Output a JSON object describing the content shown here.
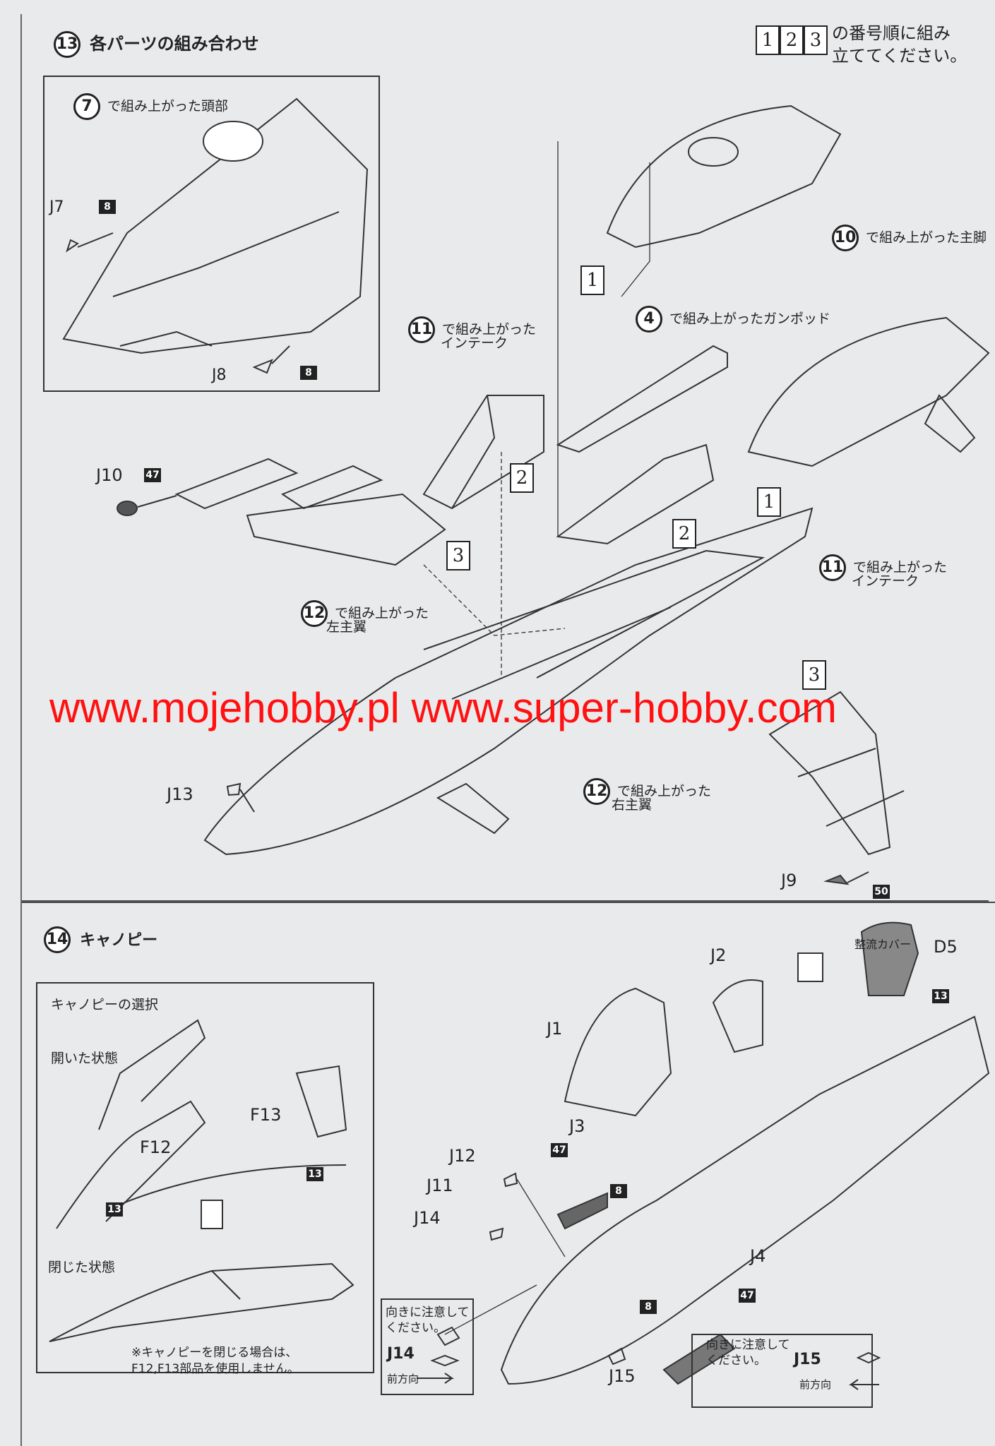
{
  "step13": {
    "num": "13",
    "title": "各パーツの組み合わせ",
    "order_note": [
      "の番号順に組み",
      "立ててください。"
    ],
    "order_steps": [
      "1",
      "2",
      "3"
    ],
    "inset_head": {
      "num": "7",
      "text": "で組み上がった頭部"
    },
    "parts": {
      "j7": "J7",
      "j8": "J8",
      "j10": "J10",
      "j13": "J13",
      "j9": "J9"
    },
    "colors": {
      "c8": "8",
      "c47": "47",
      "c50": "50"
    },
    "callouts": {
      "intake_left": {
        "num": "11",
        "line1": "で組み上がった",
        "line2": "インテーク"
      },
      "gunpod": {
        "num": "4",
        "text": "で組み上がったガンポッド"
      },
      "main_leg": {
        "num": "10",
        "text": "で組み上がった主脚"
      },
      "intake_right": {
        "num": "11",
        "line1": "で組み上がった",
        "line2": "インテーク"
      },
      "wing_left": {
        "num": "12",
        "line1": "で組み上がった",
        "line2": "左主翼"
      },
      "wing_right": {
        "num": "12",
        "line1": "で組み上がった",
        "line2": "右主翼"
      }
    },
    "steps_in_diagram": [
      "1",
      "2",
      "2",
      "1",
      "3",
      "3"
    ]
  },
  "watermark": "www.mojehobby.pl www.super-hobby.com",
  "step14": {
    "num": "14",
    "title": "キャノピー",
    "selection": {
      "title": "キャノピーの選択",
      "open": "開いた状態",
      "closed": "閉じた状態",
      "f12": "F12",
      "f13": "F13",
      "note1": "※キャノピーを閉じる場合は、",
      "note2": "F12,F13部品を使用しません。"
    },
    "parts": {
      "j1": "J1",
      "j2": "J2",
      "j3": "J3",
      "j4": "J4",
      "j11": "J11",
      "j12": "J12",
      "j14": "J14",
      "j15": "J15",
      "d5": "D5"
    },
    "fairing": "整流カバー",
    "colors": {
      "c13": "13",
      "c47": "47",
      "c8": "8"
    },
    "orientation_note_l": {
      "line1": "向きに注意して",
      "line2": "ください。",
      "part": "J14",
      "front": "前方向"
    },
    "orientation_note_r": {
      "line1": "向きに注意して",
      "line2": "ください。",
      "part": "J15",
      "front": "前方向"
    }
  }
}
